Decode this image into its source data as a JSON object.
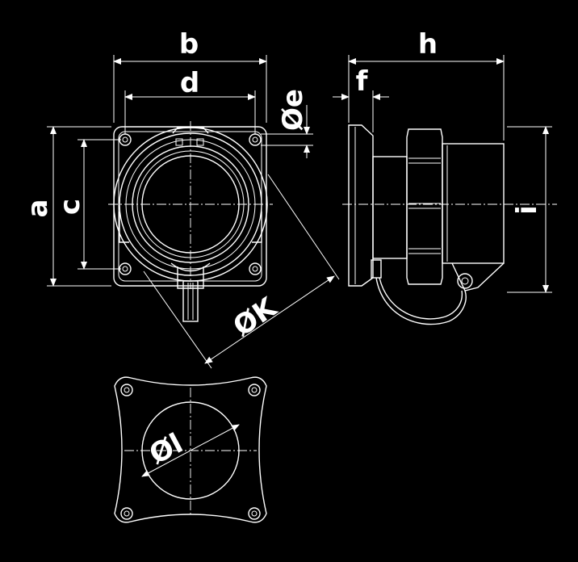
{
  "drawing": {
    "labels": {
      "b": "b",
      "d": "d",
      "h": "h",
      "f": "f",
      "e": "Øe",
      "a": "a",
      "c": "c",
      "i": "i",
      "k": "ØK",
      "l": "Øl"
    }
  }
}
